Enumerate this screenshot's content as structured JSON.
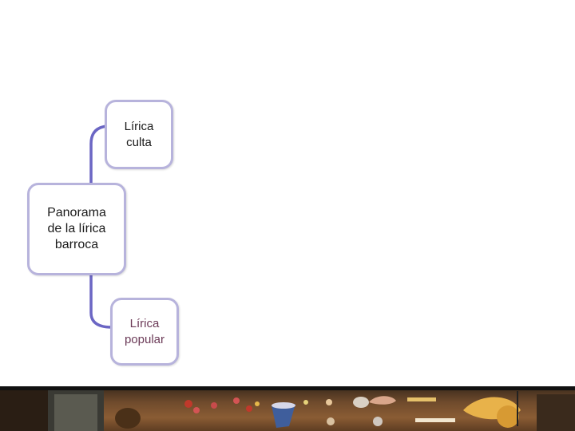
{
  "diagram": {
    "root": {
      "label": "Panorama\nde la lírica\nbarroca"
    },
    "branches": [
      {
        "label": "Lírica\nculta",
        "text_color": "#1a1a1a"
      },
      {
        "label": "Lírica\npopular",
        "text_color": "#6b3a57"
      }
    ],
    "colors": {
      "connector": "#6b66c4",
      "node_border": "#b7b3dc"
    }
  },
  "footer": {
    "image": "baroque-still-life-painting"
  }
}
